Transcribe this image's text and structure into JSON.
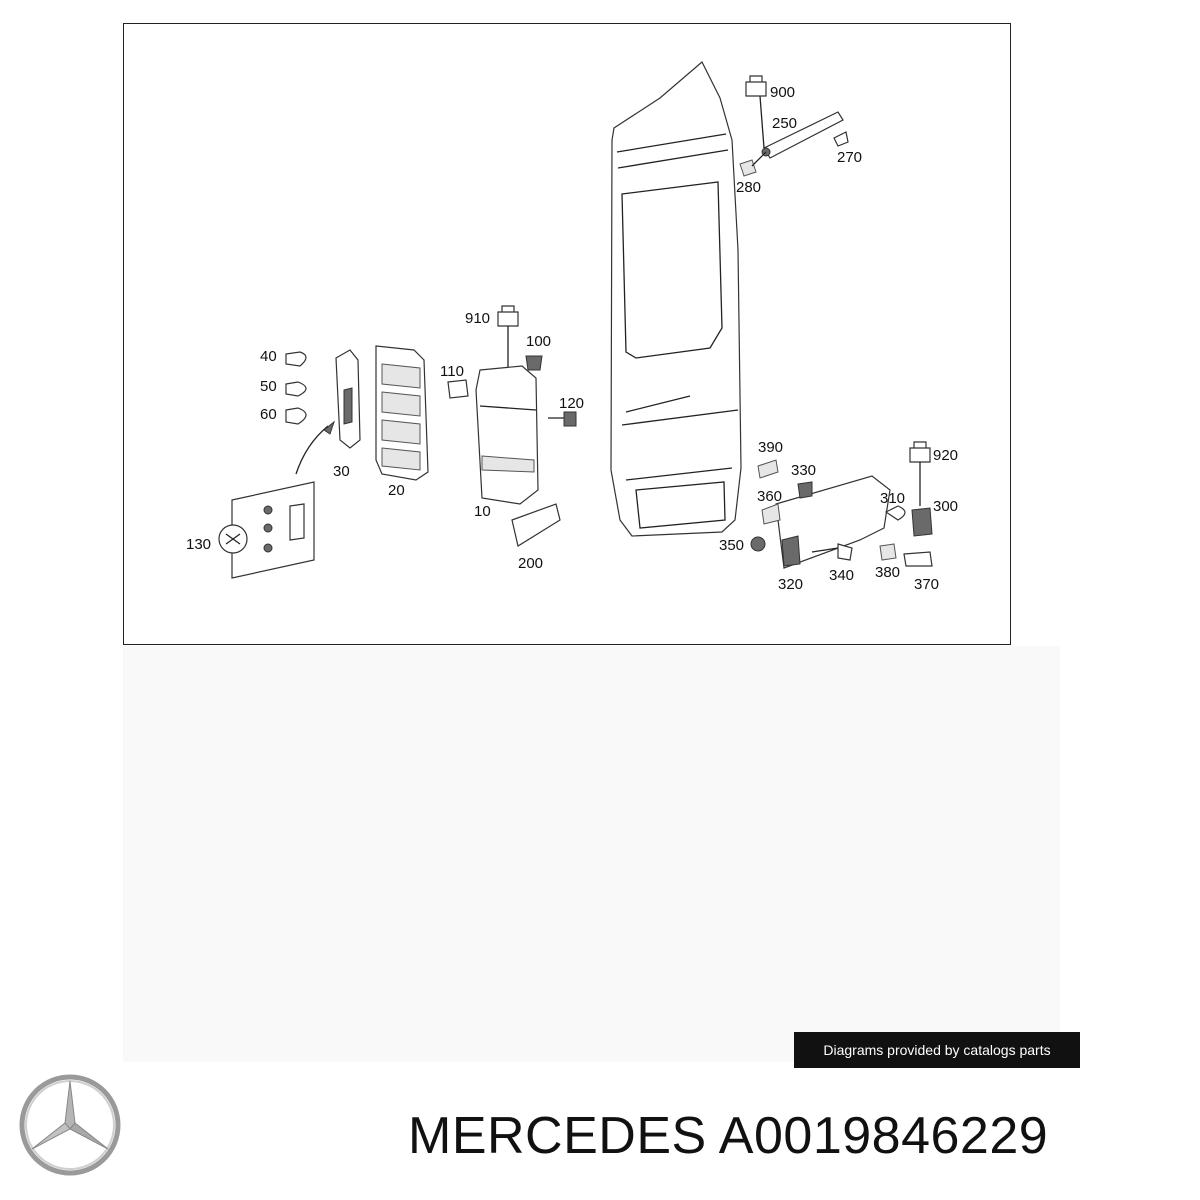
{
  "diagram": {
    "callouts": [
      "900",
      "250",
      "270",
      "280",
      "910",
      "100",
      "110",
      "120",
      "40",
      "50",
      "60",
      "30",
      "20",
      "10",
      "130",
      "200",
      "390",
      "330",
      "920",
      "360",
      "310",
      "300",
      "350",
      "320",
      "340",
      "380",
      "370"
    ]
  },
  "credit": {
    "text": "Diagrams provided by catalogs parts"
  },
  "title": {
    "brand": "MERCEDES",
    "part_number": "A0019846229"
  },
  "logo": {
    "icon": "three-pointed-star-icon"
  }
}
